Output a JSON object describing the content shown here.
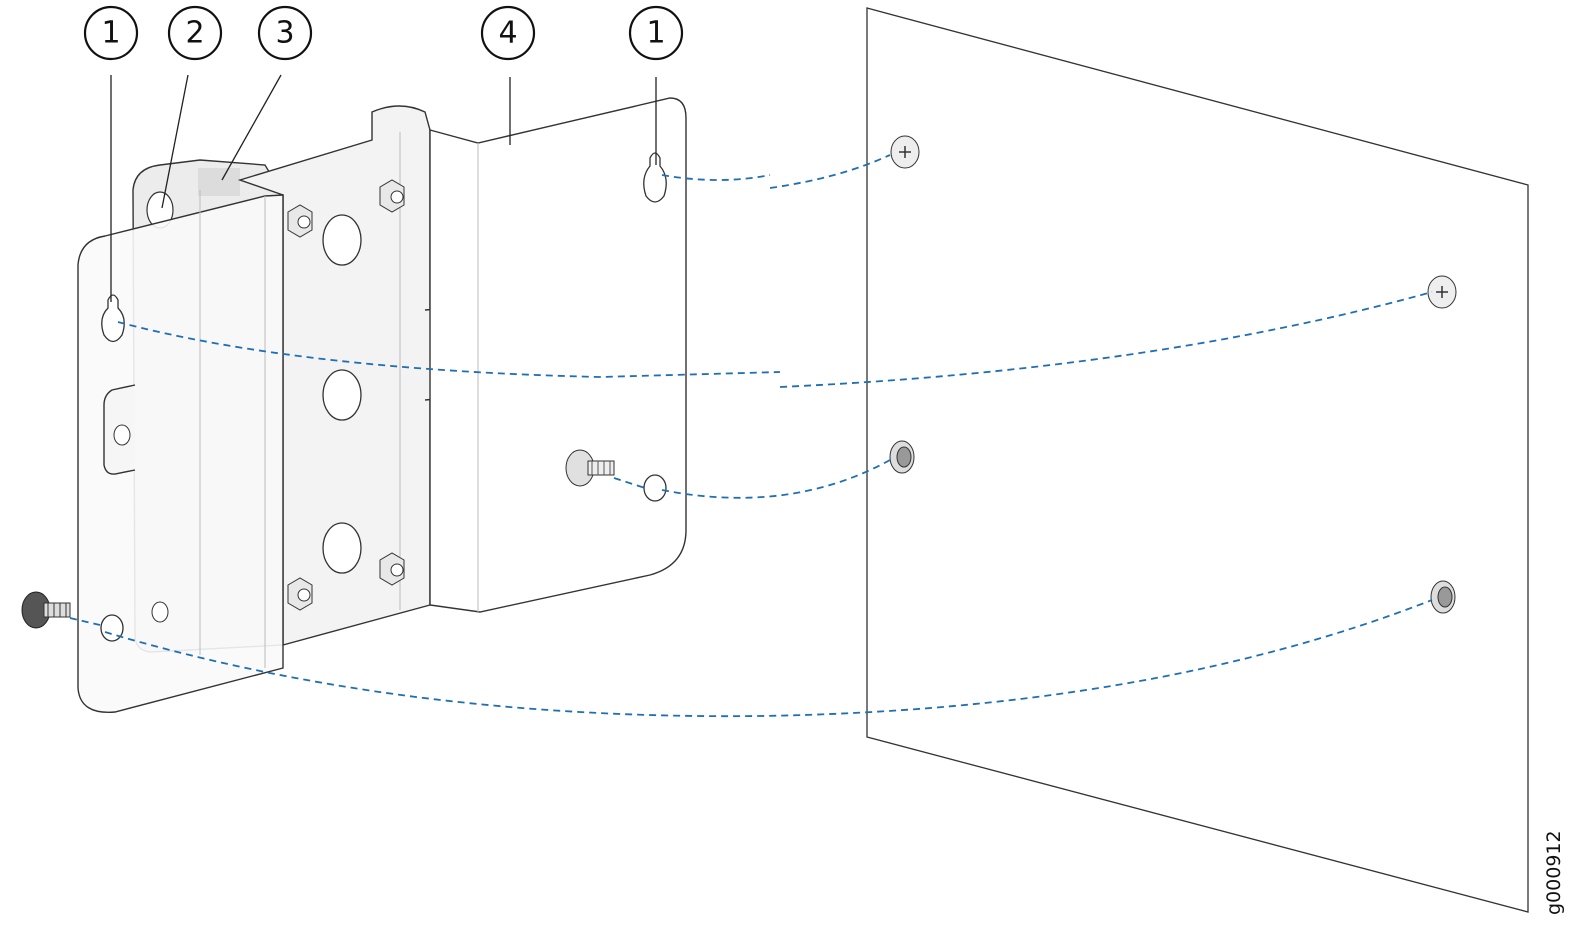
{
  "figure": {
    "figure_id": "g000912",
    "callouts": [
      {
        "label": "1"
      },
      {
        "label": "2"
      },
      {
        "label": "3"
      },
      {
        "label": "4"
      },
      {
        "label": "1"
      }
    ],
    "colors": {
      "guide_line": "#1f6fb2",
      "bracket_fill": "#f4f4f4",
      "outline": "#333333"
    }
  }
}
